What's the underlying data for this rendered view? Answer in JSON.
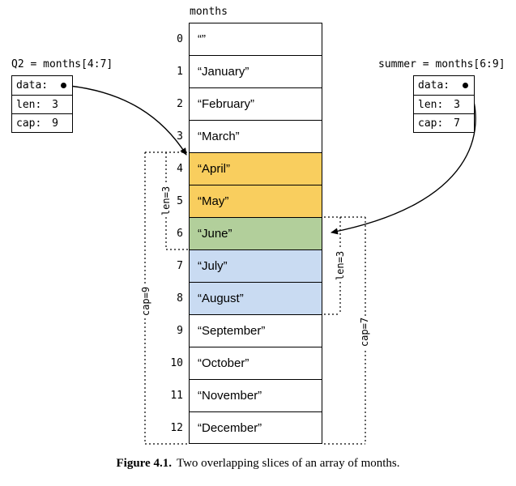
{
  "figure": {
    "array_label": "months",
    "colors": {
      "yellow": "#F9CE5E",
      "green": "#B2CF9B",
      "blue": "#C9DBF2"
    },
    "cells": [
      {
        "index": "0",
        "value": "“”",
        "fill": null
      },
      {
        "index": "1",
        "value": "“January”",
        "fill": null
      },
      {
        "index": "2",
        "value": "“February”",
        "fill": null
      },
      {
        "index": "3",
        "value": "“March”",
        "fill": null
      },
      {
        "index": "4",
        "value": "“April”",
        "fill": "yellow"
      },
      {
        "index": "5",
        "value": "“May”",
        "fill": "yellow"
      },
      {
        "index": "6",
        "value": "“June”",
        "fill": "green"
      },
      {
        "index": "7",
        "value": "“July”",
        "fill": "blue"
      },
      {
        "index": "8",
        "value": "“August”",
        "fill": "blue"
      },
      {
        "index": "9",
        "value": "“September”",
        "fill": null
      },
      {
        "index": "10",
        "value": "“October”",
        "fill": null
      },
      {
        "index": "11",
        "value": "“November”",
        "fill": null
      },
      {
        "index": "12",
        "value": "“December”",
        "fill": null
      }
    ],
    "q2": {
      "title": "Q2 = months[4:7]",
      "rows": [
        {
          "label": "data:",
          "value": "",
          "pointer": true
        },
        {
          "label": "len:",
          "value": "3",
          "pointer": false
        },
        {
          "label": "cap:",
          "value": "9",
          "pointer": false
        }
      ],
      "len_label": "len=3",
      "cap_label": "cap=9"
    },
    "summer": {
      "title": "summer = months[6:9]",
      "rows": [
        {
          "label": "data:",
          "value": "",
          "pointer": true
        },
        {
          "label": "len:",
          "value": "3",
          "pointer": false
        },
        {
          "label": "cap:",
          "value": "7",
          "pointer": false
        }
      ],
      "len_label": "len=3",
      "cap_label": "cap=7"
    },
    "caption": {
      "label": "Figure 4.1.",
      "text": "Two overlapping slices of an array of months."
    }
  }
}
